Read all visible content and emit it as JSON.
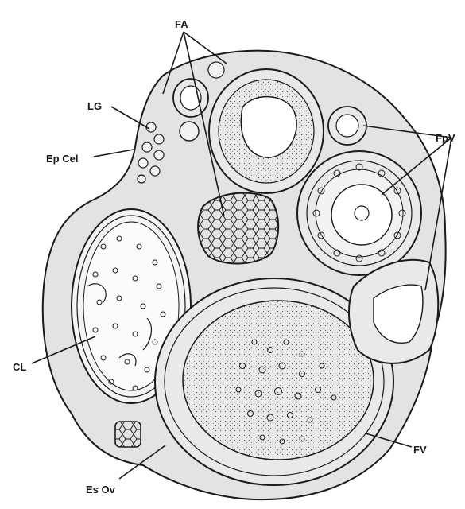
{
  "labels": {
    "fa": "FA",
    "lg": "LG",
    "ep_cel": "Ep Cel",
    "fpv": "FpV",
    "cl": "CL",
    "fv": "FV",
    "es_ov": "Es Ov"
  },
  "colors": {
    "ink": "#1a1a1a",
    "tissue": "#e3e3e3",
    "lumen": "#ffffff",
    "background": "#ffffff"
  }
}
